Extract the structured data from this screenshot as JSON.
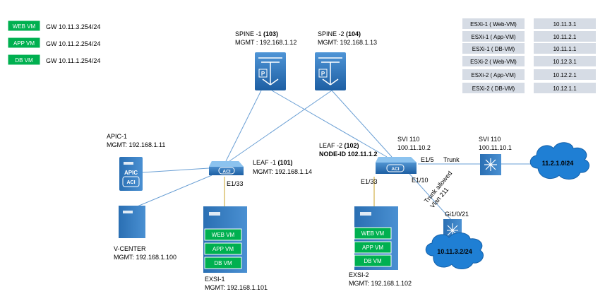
{
  "legend": [
    {
      "tag": "WEB VM",
      "gw": "GW 10.11.3.254/24"
    },
    {
      "tag": "APP VM",
      "gw": "GW 10.11.2.254/24"
    },
    {
      "tag": "DB VM",
      "gw": "GW 10.11.1.254/24"
    }
  ],
  "ip_table": [
    {
      "host": "ESXi-1 ( Web-VM)",
      "ip": "10.11.3.1"
    },
    {
      "host": "ESXi-1 ( App-VM)",
      "ip": "10.11.2.1"
    },
    {
      "host": "ESXi-1 ( DB-VM)",
      "ip": "10.11.1.1"
    },
    {
      "host": "ESXi-2 ( Web-VM)",
      "ip": "10.12.3.1"
    },
    {
      "host": "ESXi-2 ( App-VM)",
      "ip": "10.12.2.1"
    },
    {
      "host": "ESXi-2 ( DB-VM)",
      "ip": "10.12.1.1"
    }
  ],
  "spine1": {
    "name": "SPINE -1 ",
    "id": "(103)",
    "mgmt": "MGMT : 192.168.1.12",
    "icon": "spine-switch-icon"
  },
  "spine2": {
    "name": "SPINE -2 ",
    "id": "(104)",
    "mgmt": "MGMT: 192.168.1.13",
    "icon": "spine-switch-icon"
  },
  "apic": {
    "name": "APIC-1",
    "mgmt": "MGMT: 192.168.1.11",
    "box_label": "APIC",
    "box_sub": "ACI"
  },
  "leaf1": {
    "name": "LEAF -1 ",
    "id": "(101)",
    "mgmt": "MGMT: 192.168.1.14",
    "port": "E1/33",
    "badge": "ACI"
  },
  "leaf2": {
    "name": "LEAF -2 ",
    "id": "(102)",
    "node": "NODE-ID 102.11.1.2",
    "port_down": "E1/33",
    "port_right": "E1/5",
    "port_lower": "E1/10",
    "badge": "ACI"
  },
  "svi_leaf2": {
    "name": "SVI 110",
    "ip": "100.11.10.2"
  },
  "svi_ext": {
    "name": "SVI 110",
    "ip": "100.11.10.1"
  },
  "trunk": "Trunk",
  "trunk_allowed": [
    "Trunk allowed",
    "Vlan 211"
  ],
  "gi_port": "Gi1/0/21",
  "cloud_right": "11.2.1.0/24",
  "cloud_bottom": "10.11.3.2/24",
  "vcenter": {
    "name": "V-CENTER",
    "mgmt": "MGMT: 192.168.1.100"
  },
  "esxi1": {
    "name": "EXSI-1",
    "mgmt": "MGMT:  192.168.1.101",
    "vms": [
      "WEB VM",
      "APP VM",
      "DB VM"
    ]
  },
  "esxi2": {
    "name": "EXSI-2",
    "mgmt": "MGMT: 192.168.1.102",
    "vms": [
      "WEB VM",
      "APP VM",
      "DB VM"
    ]
  },
  "colors": {
    "vm_green": "#00b050",
    "device_blue": "#1f6fb5",
    "link_blue": "#6a9fd4",
    "link_gold": "#c9a227",
    "table_bg": "#d6dce5",
    "cloud_blue": "#1f7fd4"
  }
}
